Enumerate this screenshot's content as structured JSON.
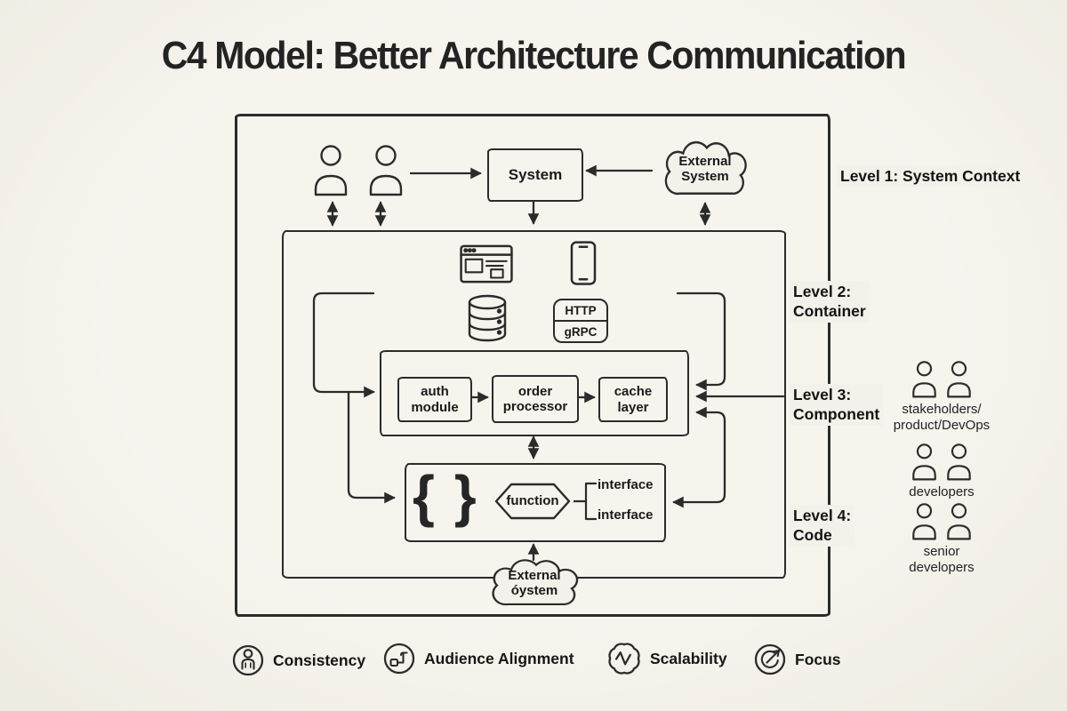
{
  "title": "C4 Model: Better Architecture Communication",
  "context": {
    "system": "System",
    "external_system_top": "External\nSystem",
    "external_system_bottom": "External\nóystem"
  },
  "container": {
    "http": "HTTP",
    "grpc": "gRPC"
  },
  "component": {
    "boxes": [
      "auth\nmodule",
      "order\nprocessor",
      "cache\nlayer"
    ]
  },
  "code": {
    "braces": "{ }",
    "function": "function",
    "interfaces": [
      "interface",
      "interface"
    ]
  },
  "level_labels": {
    "level1": "Level 1: System Context",
    "level2": "Level 2:\nContainer",
    "level3": "Level 3:\nComponent",
    "level4": "Level 4:\nCode"
  },
  "audiences": [
    {
      "label": "stakeholders/\nproduct/DevOps"
    },
    {
      "label": "developers"
    },
    {
      "label": "senior\ndevelopers"
    }
  ],
  "legend": [
    {
      "label": "Consistency"
    },
    {
      "label": "Audience Alignment"
    },
    {
      "label": "Scalability"
    },
    {
      "label": "Focus"
    }
  ],
  "colors": {
    "ink": "#2b2b2b",
    "background": "#f4f1ea"
  }
}
